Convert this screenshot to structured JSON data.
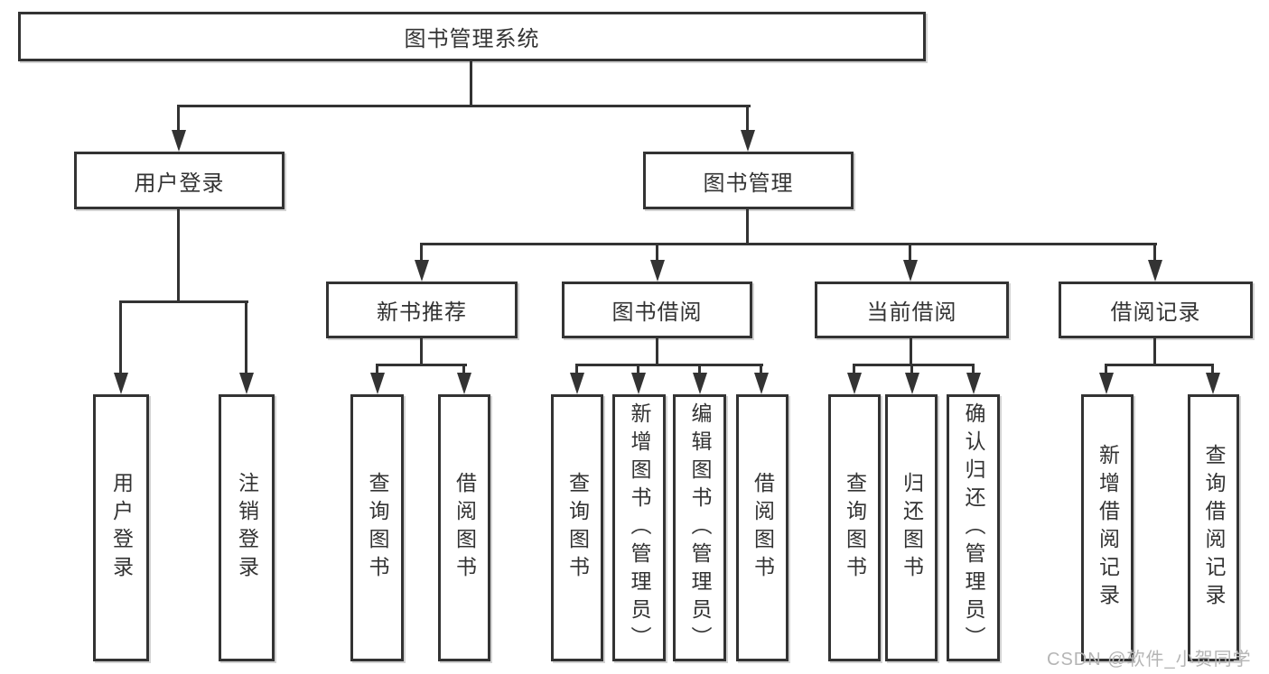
{
  "diagram": {
    "type": "hierarchy-tree",
    "title": "图书管理系统",
    "colors": {
      "line": "#333333",
      "box_border": "#333333",
      "box_background": "#ffffff",
      "text": "#333333",
      "watermark_text": "#b5b5b5"
    }
  },
  "watermark": {
    "text": "CSDN @软件_小贺同学"
  },
  "tree": {
    "label": "图书管理系统",
    "children": [
      {
        "label": "用户登录",
        "children": [
          {
            "label": "用户登录"
          },
          {
            "label": "注销登录"
          }
        ]
      },
      {
        "label": "图书管理",
        "children": [
          {
            "label": "新书推荐",
            "children": [
              {
                "label": "查询图书"
              },
              {
                "label": "借阅图书"
              }
            ]
          },
          {
            "label": "图书借阅",
            "children": [
              {
                "label": "查询图书"
              },
              {
                "label": "新增图书（管理员）"
              },
              {
                "label": "编辑图书（管理员）"
              },
              {
                "label": "借阅图书"
              }
            ]
          },
          {
            "label": "当前借阅",
            "children": [
              {
                "label": "查询图书"
              },
              {
                "label": "归还图书"
              },
              {
                "label": "确认归还（管理员）"
              }
            ]
          },
          {
            "label": "借阅记录",
            "children": [
              {
                "label": "新增借阅记录"
              },
              {
                "label": "查询借阅记录"
              }
            ]
          }
        ]
      }
    ]
  }
}
